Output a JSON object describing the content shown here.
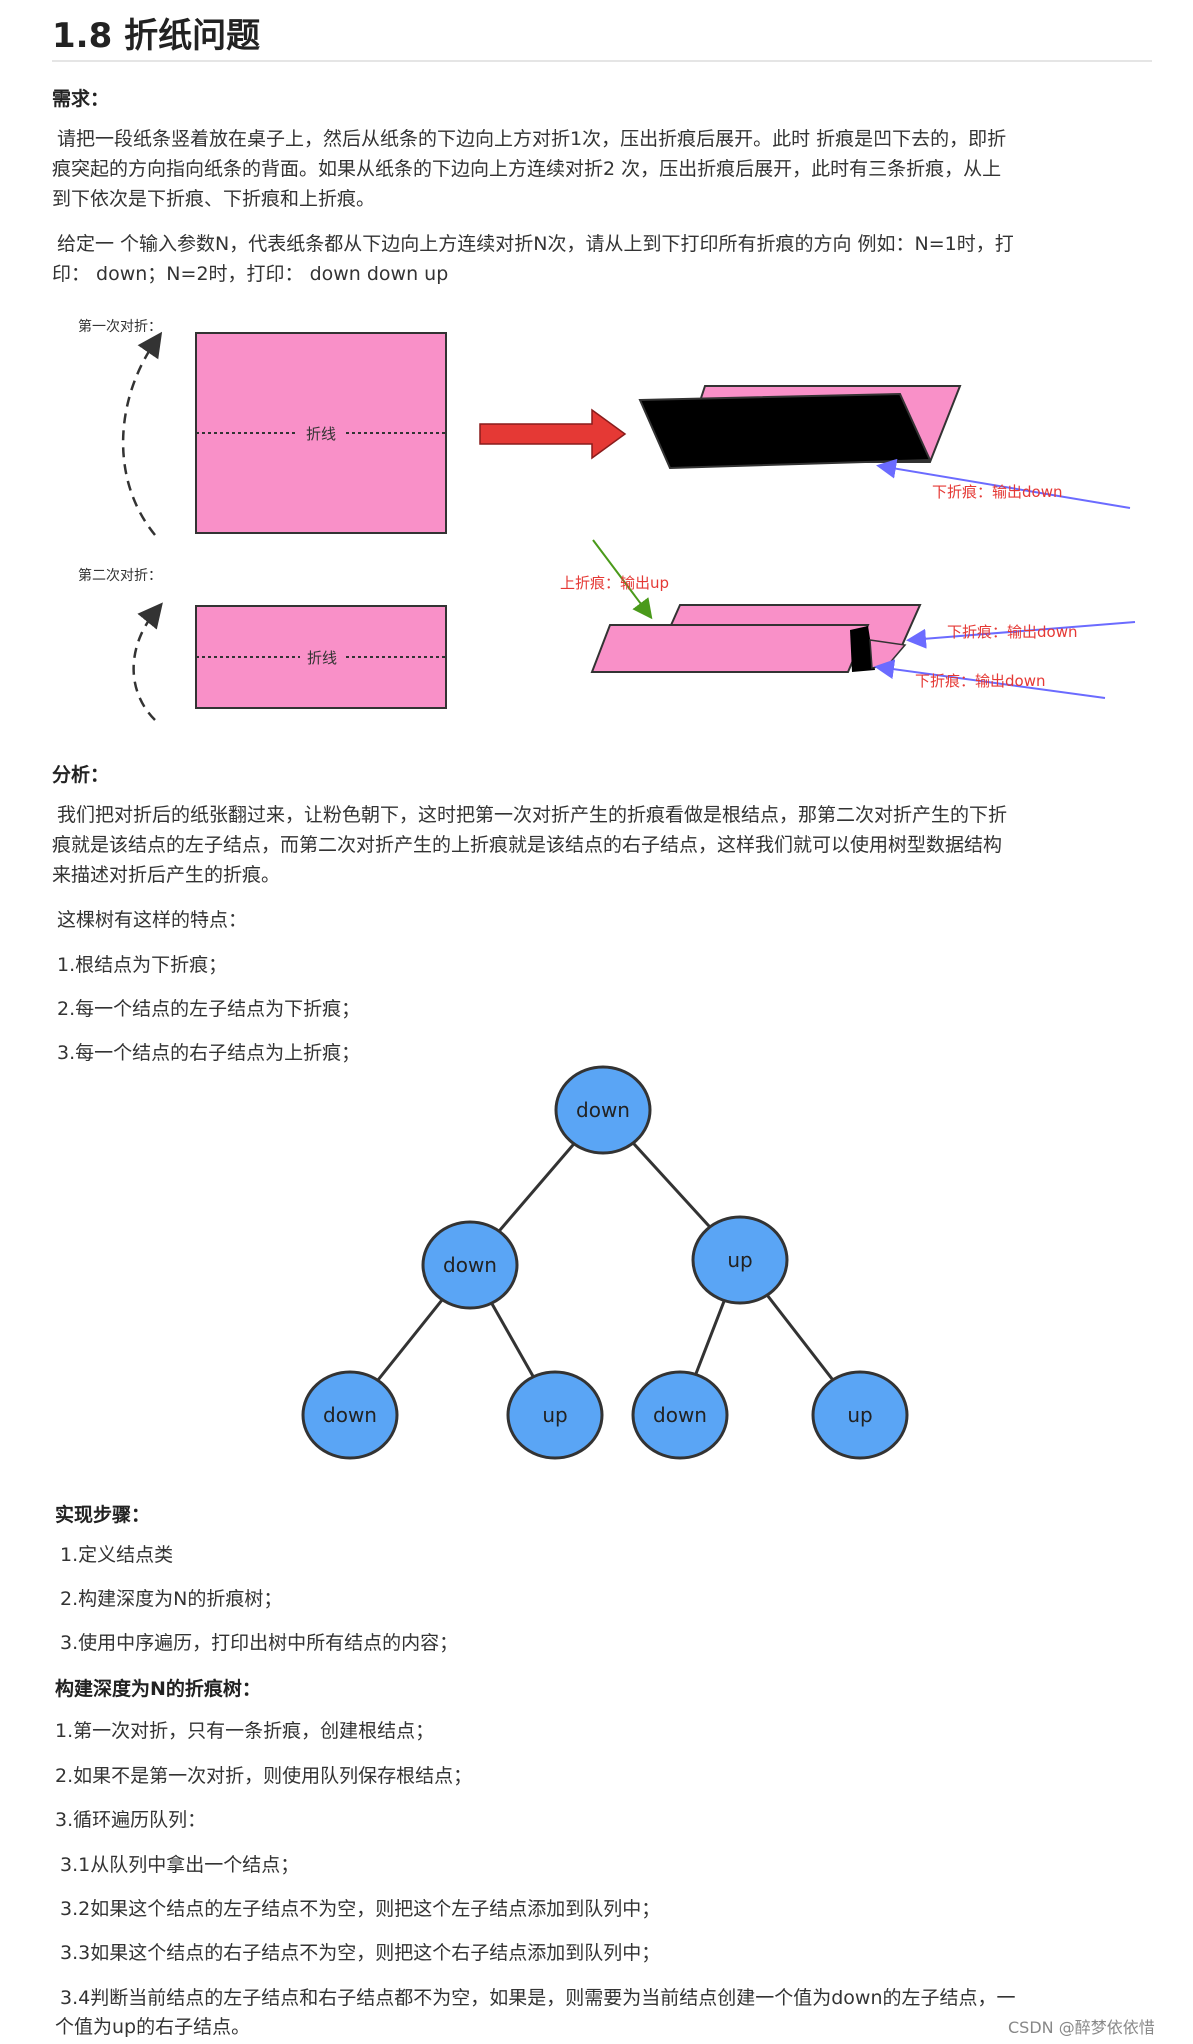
{
  "title": "1.8 折纸问题",
  "req": {
    "heading": "需求：",
    "p1_line1": "请把一段纸条竖着放在桌子上，然后从纸条的下边向上方对折1次，压出折痕后展开。此时 折痕是凹下去的，即折",
    "p1_line2": "痕突起的方向指向纸条的背面。如果从纸条的下边向上方连续对折2 次，压出折痕后展开，此时有三条折痕，从上",
    "p1_line3": "到下依次是下折痕、下折痕和上折痕。",
    "p2_line1": "给定一 个输入参数N，代表纸条都从下边向上方连续对折N次，请从上到下打印所有折痕的方向 例如：N=1时，打",
    "p2_line2": "印： down；N=2时，打印： down down up"
  },
  "figure": {
    "first_fold": "第一次对折：",
    "second_fold": "第二次对折：",
    "fold_line": "折线",
    "label_down1": "下折痕：输出down",
    "label_up": "上折痕：输出up",
    "label_down2": "下折痕：输出down",
    "label_down3": "下折痕：输出down",
    "colors": {
      "pink": "#f990c8",
      "red_arrow": "#e53935",
      "blue_arrow": "#6b6bff",
      "green_arrow": "#4a9a1a"
    }
  },
  "analysis": {
    "heading": "分析：",
    "p_line1": "我们把对折后的纸张翻过来，让粉色朝下，这时把第一次对折产生的折痕看做是根结点，那第二次对折产生的下折",
    "p_line2": "痕就是该结点的左子结点，而第二次对折产生的上折痕就是该结点的右子结点，这样我们就可以使用树型数据结构",
    "p_line3": "来描述对折后产生的折痕。",
    "features_intro": "这棵树有这样的特点：",
    "f1": "1.根结点为下折痕；",
    "f2": "2.每一个结点的左子结点为下折痕；",
    "f3": "3.每一个结点的右子结点为上折痕；"
  },
  "tree": {
    "node_color": "#5aa5f5",
    "root": "down",
    "l1_left": "down",
    "l1_right": "up",
    "l2_1": "down",
    "l2_2": "up",
    "l2_3": "down",
    "l2_4": "up"
  },
  "steps": {
    "heading": "实现步骤：",
    "s1": "1.定义结点类",
    "s2": "2.构建深度为N的折痕树；",
    "s3": "3.使用中序遍历，打印出树中所有结点的内容；"
  },
  "build": {
    "heading": "构建深度为N的折痕树：",
    "b1": "1.第一次对折，只有一条折痕，创建根结点；",
    "b2": "2.如果不是第一次对折，则使用队列保存根结点；",
    "b3": "3.循环遍历队列：",
    "b31": "3.1从队列中拿出一个结点；",
    "b32": "3.2如果这个结点的左子结点不为空，则把这个左子结点添加到队列中；",
    "b33": "3.3如果这个结点的右子结点不为空，则把这个右子结点添加到队列中；",
    "b34_line1": "3.4判断当前结点的左子结点和右子结点都不为空，如果是，则需要为当前结点创建一个值为down的左子结点，一",
    "b34_line2": "个值为up的右子结点。"
  },
  "credit": "CSDN @醉梦依依惜"
}
